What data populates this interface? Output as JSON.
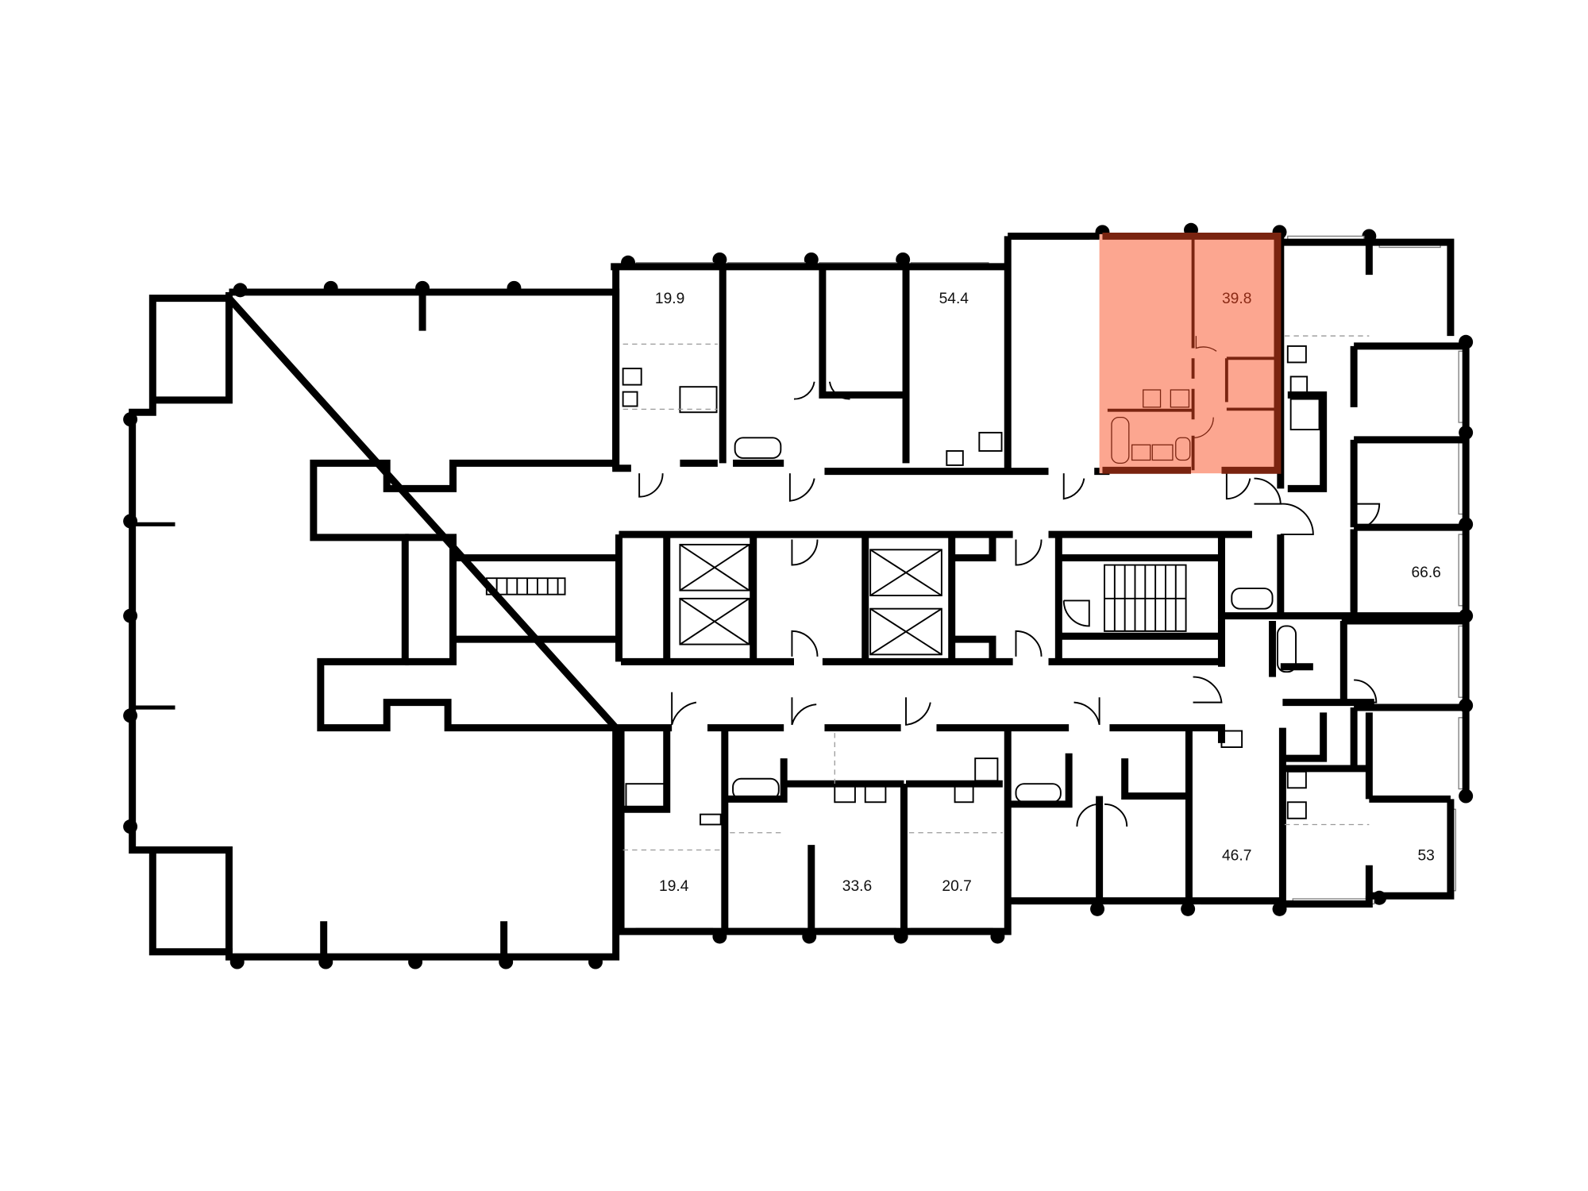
{
  "floorplan": {
    "apartments": [
      {
        "area": "19.9"
      },
      {
        "area": "54.4"
      },
      {
        "area": "39.8",
        "selected": true
      },
      {
        "area": "66.6"
      },
      {
        "area": "53"
      },
      {
        "area": "46.7"
      },
      {
        "area": "20.7"
      },
      {
        "area": "33.6"
      },
      {
        "area": "19.4"
      }
    ],
    "colors": {
      "selected_fill": "#FCA690",
      "selected_wall": "#7A2410",
      "wall": "#000000"
    }
  }
}
